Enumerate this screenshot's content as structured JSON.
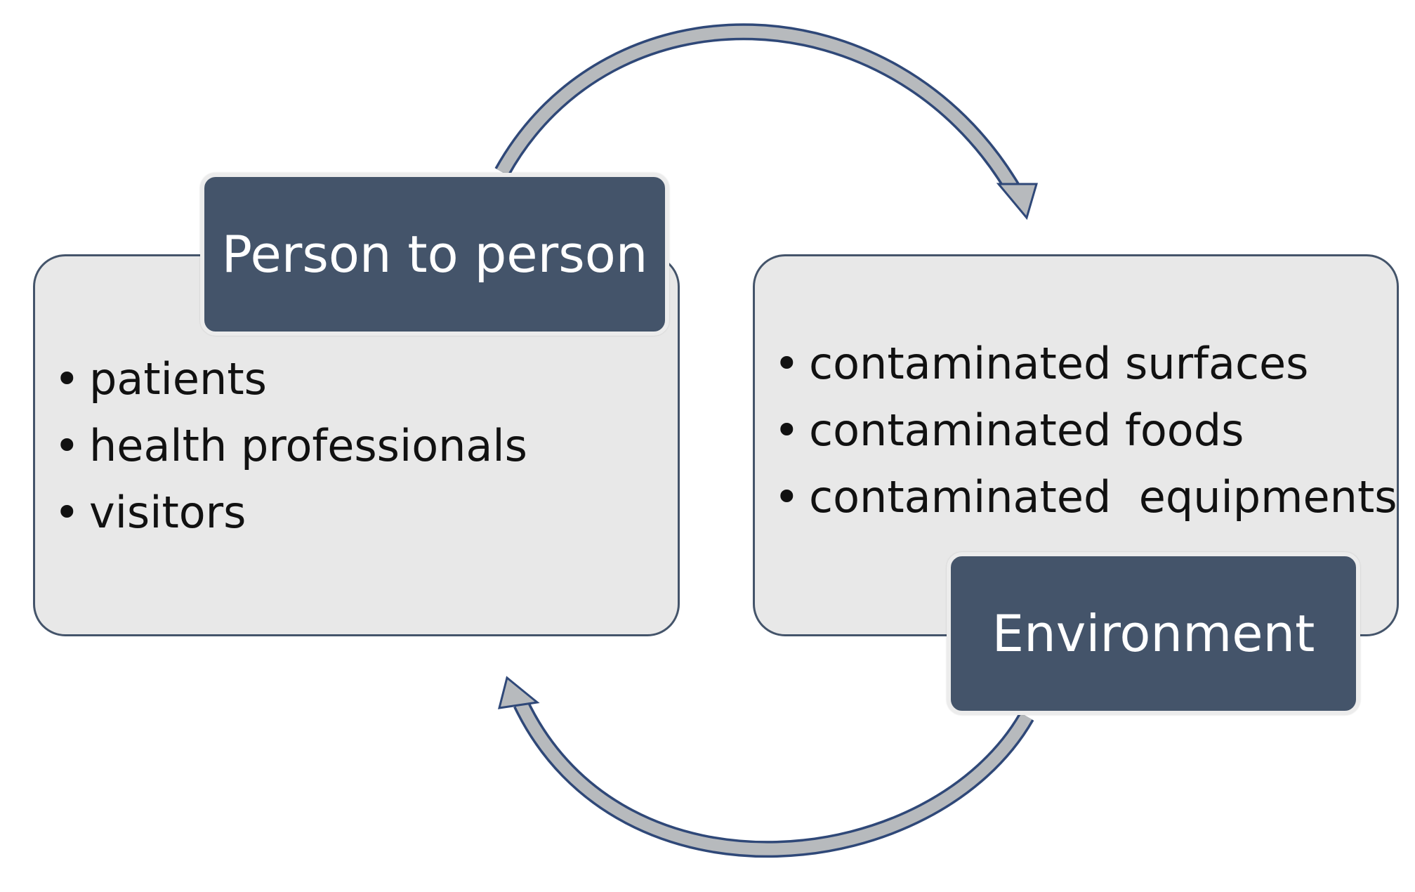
{
  "diagram": {
    "person_to_person": {
      "title": "Person to person",
      "items": [
        "patients",
        "health professionals",
        "visitors"
      ]
    },
    "environment": {
      "title": "Environment",
      "items": [
        "contaminated surfaces",
        "contaminated foods",
        "contaminated  equipments"
      ]
    },
    "colors": {
      "header_fill": "#44546a",
      "panel_fill": "#e8e8e8",
      "panel_border": "#44546a",
      "arrow_fill": "#b7babd",
      "arrow_outline": "#2f4878"
    },
    "arrows": [
      {
        "from": "person_to_person",
        "to": "environment",
        "shape": "curved-arrow"
      },
      {
        "from": "environment",
        "to": "person_to_person",
        "shape": "curved-arrow"
      }
    ]
  }
}
